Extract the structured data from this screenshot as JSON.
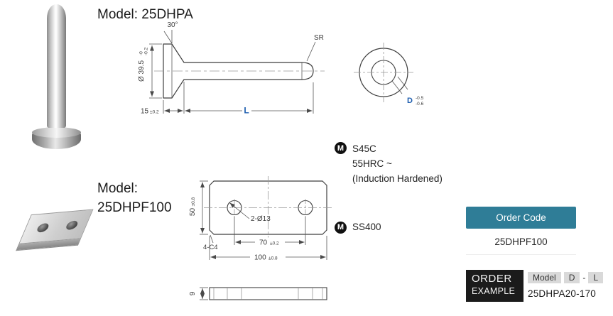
{
  "pin": {
    "model_label": "Model: 25DHPA",
    "angle": "30°",
    "diameter": "Ø 39.5",
    "diameter_tol_upper": "-0",
    "diameter_tol_lower": "-0.2",
    "sr_label": "SR",
    "head_width": "15",
    "head_width_tol": "±0.2",
    "length_label": "L",
    "d_label": "D",
    "d_tol_upper": "-0.5",
    "d_tol_lower": "-0.6"
  },
  "plate": {
    "model_label": "Model:",
    "model_code": "25DHPF100",
    "height": "50",
    "height_tol": "±0.8",
    "holes_label": "2-Ø13",
    "pitch": "70",
    "pitch_tol": "±0.2",
    "width": "100",
    "width_tol": "±0.8",
    "chamfer_label": "4-C4",
    "thickness": "9"
  },
  "materials": {
    "pin": {
      "icon": "M",
      "line1": "S45C",
      "line2": "55HRC ~",
      "line3": "(Induction Hardened)"
    },
    "plate": {
      "icon": "M",
      "line1": "SS400"
    }
  },
  "order": {
    "header": "Order Code",
    "code": "25DHPF100",
    "example_line1": "ORDER",
    "example_line2": "EXAMPLE",
    "chip_model": "Model",
    "chip_d": "D",
    "chip_dash": "-",
    "chip_l": "L",
    "example_code": "25DHPA20-170"
  },
  "colors": {
    "accent_blue": "#2060b0",
    "teal": "#2f7d97",
    "chip_gray": "#d9d9d9",
    "black": "#1b1b1b"
  }
}
